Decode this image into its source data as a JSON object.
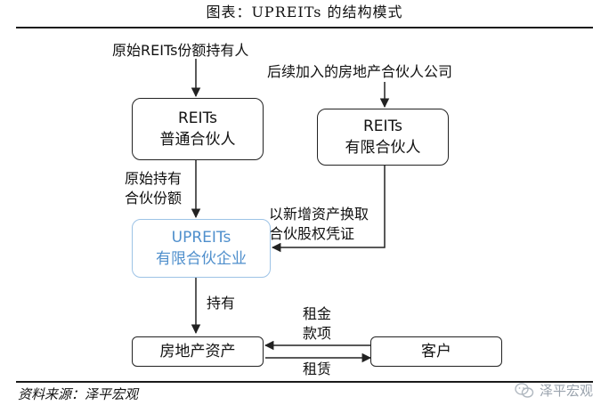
{
  "title": "图表：UPREITs 的结构模式",
  "top_labels": {
    "original_holders": "原始REITs份额持有人",
    "later_partners": "后续加入的房地产合伙人公司"
  },
  "boxes": {
    "general_partner": [
      "REITs",
      "普通合伙人"
    ],
    "limited_partner": [
      "REITs",
      "有限合伙人"
    ],
    "upreits": [
      "UPREITs",
      "有限合伙企业"
    ],
    "real_estate": "房地产资产",
    "customer": "客户"
  },
  "edge_labels": {
    "original_shares": [
      "原始持有",
      "合伙份额"
    ],
    "exchange": [
      "以新增资产换取",
      "合伙股权凭证"
    ],
    "hold": "持有",
    "rent_payment": [
      "租金",
      "款项"
    ],
    "lease": "租赁"
  },
  "footer": {
    "source": "资料来源：泽平宏观",
    "brand": "泽平宏观"
  },
  "colors": {
    "upreits_border": "#9dc3e6",
    "upreits_text": "#4f8fcc"
  }
}
